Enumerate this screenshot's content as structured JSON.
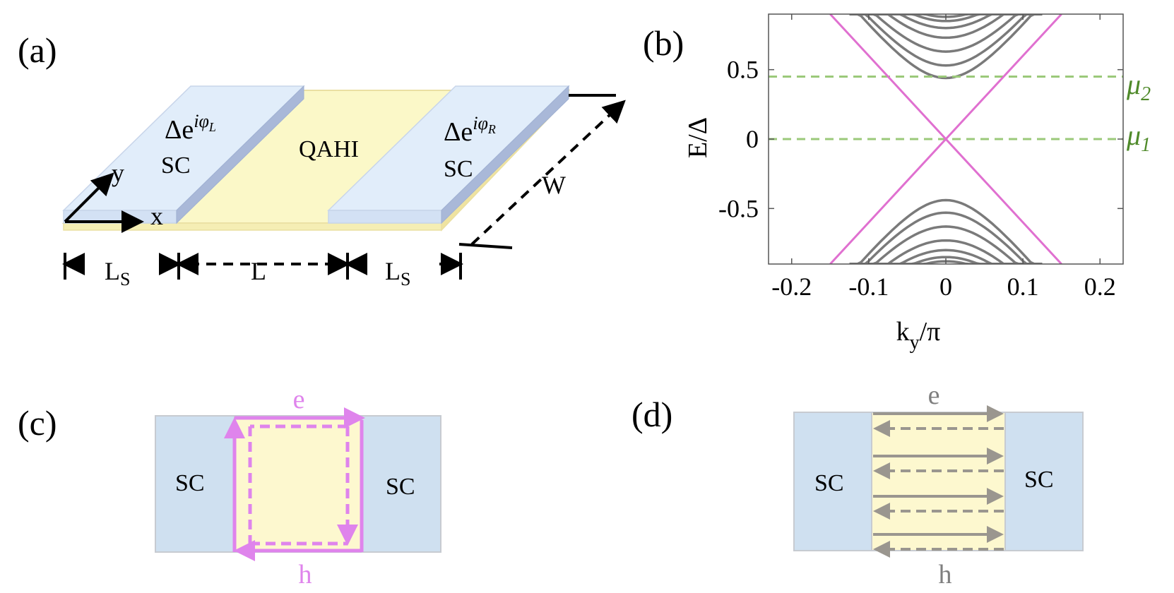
{
  "panel_a": {
    "label": "(a)",
    "sc_left_order": "Δe",
    "sc_left_sup": "iφ",
    "sc_left_sub": "L",
    "sc_left_text": "SC",
    "qahi_text": "QAHI",
    "sc_right_order": "Δe",
    "sc_right_sup": "iφ",
    "sc_right_sub": "R",
    "sc_right_text": "SC",
    "axis_y": "y",
    "axis_x": "x",
    "width_label": "W",
    "ls_left": "L",
    "ls_left_sub": "S",
    "l_mid": "L",
    "ls_right": "L",
    "ls_right_sub": "S",
    "colors": {
      "sc": "#ddeaf8",
      "sc_edge": "#a9b8d8",
      "qahi": "#fbf8c8",
      "qahi_edge": "#eadfa2"
    }
  },
  "panel_b": {
    "label": "(b)",
    "mu2_main": "μ",
    "mu2_sub": "2",
    "mu1_main": "μ",
    "mu1_sub": "1",
    "colors": {
      "edge": "#e070d0",
      "bulk": "#7a7a7a",
      "mu": "#9bc97a",
      "mu_text": "#4f8a2a"
    }
  },
  "chart_data": {
    "type": "line",
    "xlabel": "k",
    "xlabel_sub": "y",
    "xlabel_tail": "/π",
    "ylabel": "E/Δ",
    "xlim": [
      -0.23,
      0.23
    ],
    "ylim": [
      -0.9,
      0.9
    ],
    "x_ticks": [
      -0.2,
      -0.1,
      0,
      0.1,
      0.2
    ],
    "x_tick_labels": [
      "-0.2",
      "-0.1",
      "0",
      "0.1",
      "0.2"
    ],
    "y_ticks": [
      -0.5,
      0,
      0.5
    ],
    "y_tick_labels": [
      "-0.5",
      "0",
      "0.5"
    ],
    "chemical_potentials": [
      0.0,
      0.45
    ],
    "edge_states": [
      {
        "x": [
          -0.15,
          0.15
        ],
        "y": [
          -0.9,
          0.9
        ]
      },
      {
        "x": [
          -0.15,
          0.15
        ],
        "y": [
          0.9,
          -0.9
        ]
      }
    ],
    "bulk_band_minima": [
      0.44,
      0.53,
      0.63,
      0.73,
      0.8,
      0.85,
      0.88
    ]
  },
  "panel_c": {
    "label": "(c)",
    "sc_left": "SC",
    "sc_right": "SC",
    "e_label": "e",
    "h_label": "h",
    "colors": {
      "sc": "#cfe0f0",
      "junction": "#fdf8cf",
      "arrow": "#df84ec"
    }
  },
  "panel_d": {
    "label": "(d)",
    "sc_left": "SC",
    "sc_right": "SC",
    "e_label": "e",
    "h_label": "h",
    "colors": {
      "sc": "#cfe0f0",
      "junction": "#fdf8cf",
      "arrow": "#9a968f"
    }
  }
}
